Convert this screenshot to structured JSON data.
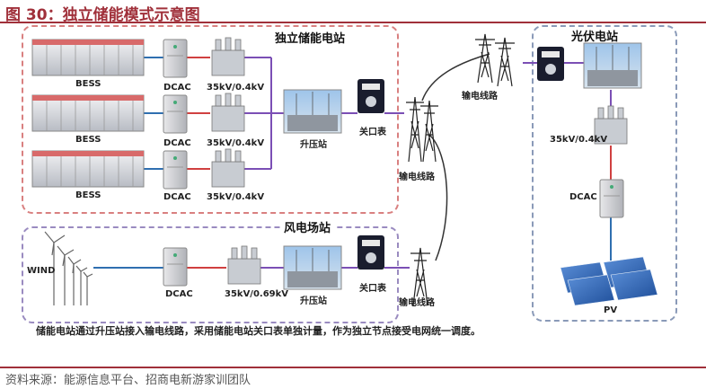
{
  "title": "图 30：独立储能模式示意图",
  "source": "资料来源：能源信息平台、招商电新游家训团队",
  "note": "储能电站通过升压站接入输电线路，采用储能电站关口表单独计量，作为独立节点接受电网统一调度。",
  "storage_station": {
    "title": "独立储能电站",
    "bess": [
      "BESS",
      "BESS",
      "BESS"
    ],
    "dcac": [
      "DCAC",
      "DCAC",
      "DCAC"
    ],
    "transformer": [
      "35kV/0.4kV",
      "35kV/0.4kV",
      "35kV/0.4kV"
    ],
    "substation": "升压站",
    "meter": "关口表"
  },
  "wind_station": {
    "title": "风电场站",
    "wind": "WIND",
    "dcac": "DCAC",
    "transformer": "35kV/0.69kV",
    "substation": "升压站",
    "meter": "关口表"
  },
  "pv_station": {
    "title": "光伏电站",
    "transformer": "35kV/0.4kV",
    "dcac": "DCAC",
    "pv": "PV"
  },
  "lines": {
    "line1": "输电线路",
    "line2": "输电线路",
    "line3": "输电线路"
  },
  "colors": {
    "accent": "#a0303a",
    "bess_line": "#2f6fb0",
    "ac_line": "#d04040",
    "hv_line": "#7b4fb5"
  }
}
